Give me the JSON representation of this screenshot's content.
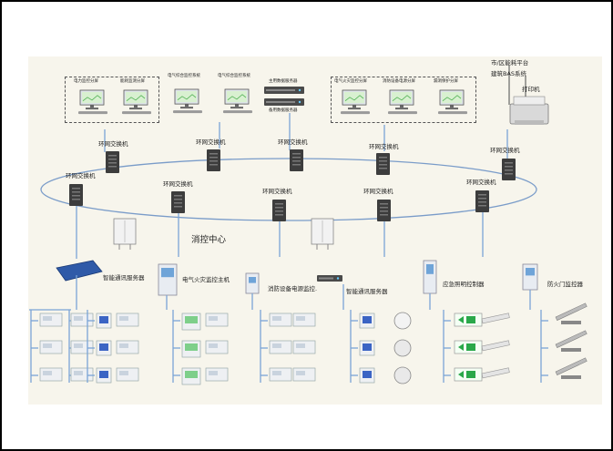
{
  "top": {
    "group1": [
      "电力监控分屏",
      "能耗监测分屏"
    ],
    "single1": "电气综合监控系统",
    "single2": "电气综合监控系统",
    "server_top": "主用数据服务器",
    "server_bottom": "备用数据服务器",
    "group2": [
      "电气火灾监控分屏",
      "消防设备电源分屏",
      "漏洞保护分屏"
    ],
    "platform": "市/区能耗平台",
    "bas": "建筑BAS系统",
    "printer": "打印机"
  },
  "switch_label": "环网交换机",
  "center_label": "消控中心",
  "systems": [
    "智能通讯服务器",
    "电气火灾监控主机",
    "消防设备电源监控.",
    "智能通讯服务器",
    "应急照明控制器",
    "防火门监控器"
  ],
  "colors": {
    "background": "#f7f5ec",
    "ring": "#7a9cc9",
    "connector": "#7aa4d6",
    "device_dark": "#3a3a3a",
    "screen_green": "#4caf50",
    "exit_green": "#2aa84a"
  },
  "icons": [
    "monitor-icon",
    "switch-icon",
    "server-icon",
    "printer-icon",
    "cabinet-icon",
    "gateway-icon",
    "meter-icon",
    "exit-sign-icon",
    "door-closer-icon",
    "light-fixture-icon"
  ]
}
